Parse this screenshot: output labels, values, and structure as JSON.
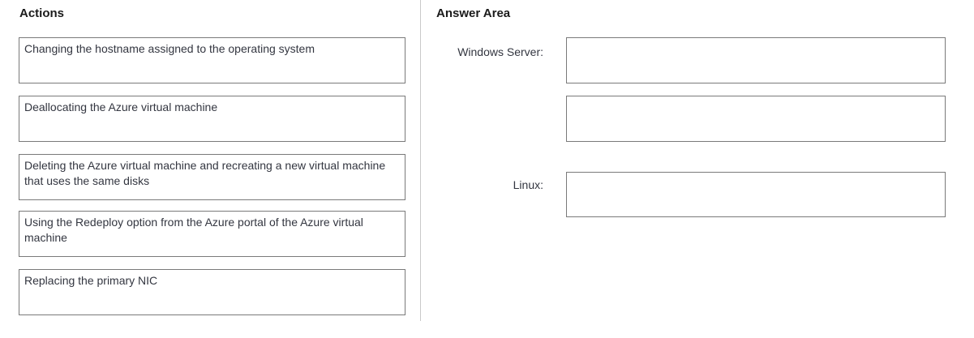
{
  "actions": {
    "title": "Actions",
    "items": [
      "Changing the hostname assigned to the operating system",
      "Deallocating the Azure virtual machine",
      "Deleting the Azure virtual machine and recreating a new virtual machine that uses the same disks",
      "Using the Redeploy option from the Azure portal of the Azure virtual machine",
      "Replacing the primary NIC"
    ]
  },
  "answer_area": {
    "title": "Answer Area",
    "windows_label": "Windows Server:",
    "linux_label": "Linux:",
    "windows_slot_count": 2,
    "linux_slot_count": 1
  },
  "colors": {
    "box_border": "#7a7a7a",
    "divider": "#c9c9c9",
    "heading_text": "#1a1a1a",
    "body_text": "#333640",
    "background": "#ffffff"
  }
}
